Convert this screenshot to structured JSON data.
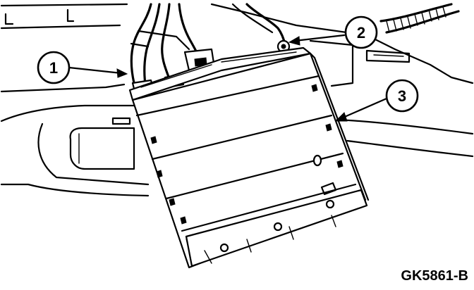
{
  "figure": {
    "id": "GK5861-B"
  },
  "callouts": [
    {
      "label": "1"
    },
    {
      "label": "2"
    },
    {
      "label": "3"
    }
  ]
}
